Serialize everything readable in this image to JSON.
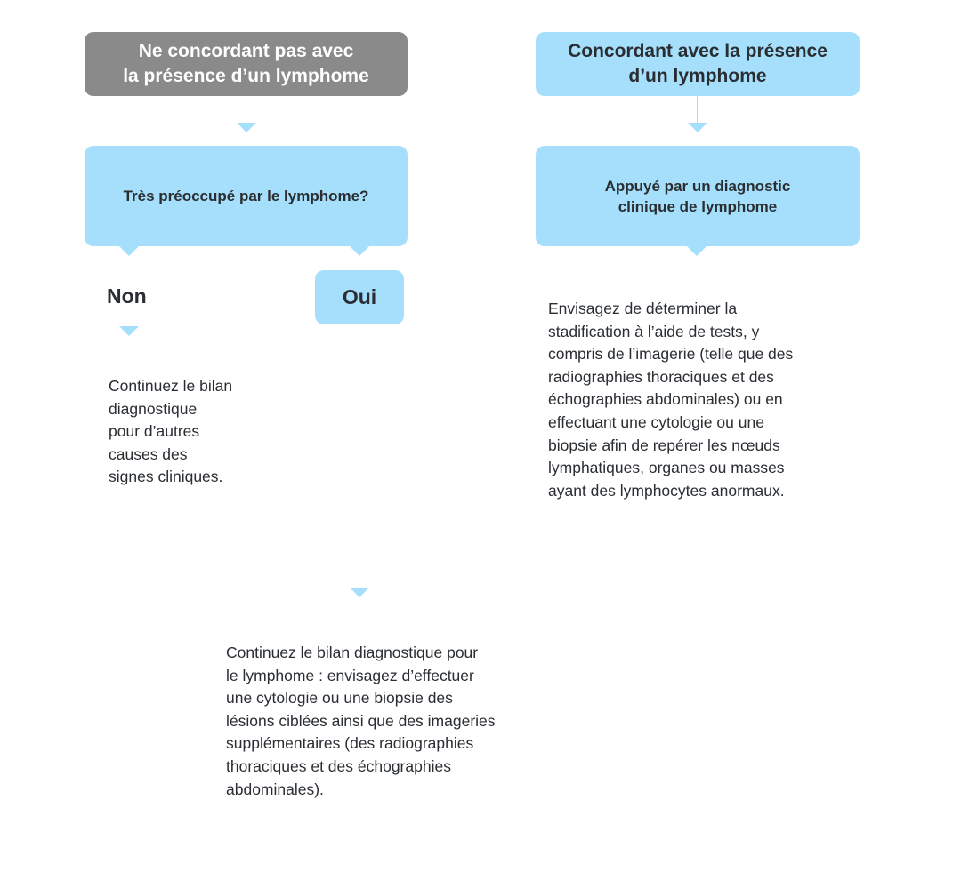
{
  "left": {
    "header": "Ne concordant pas avec\nla présence d’un lymphome",
    "question": "Très préoccupé par le lymphome?",
    "no_label": "Non",
    "yes_label": "Oui",
    "no_text": "Continuez le bilan\ndiagnostique\npour d’autres\ncauses des\nsignes cliniques.",
    "yes_text": "Continuez le bilan diagnostique pour\nle lymphome : envisagez d’effectuer\nune cytologie ou une biopsie des\nlésions ciblées ainsi que des imageries\nsupplémentaires (des radiographies\nthoraciques et des échographies\nabdominales)."
  },
  "right": {
    "header": "Concordant avec la présence\nd’un lymphome",
    "question": "Appuyé par un diagnostic\nclinique de lymphome",
    "text": "Envisagez de déterminer la\nstadification à l’aide de tests, y\ncompris de l’imagerie (telle que des\nradiographies thoraciques et des\néchographies abdominales) ou en\neffectuant une cytologie ou une\nbiopsie afin de repérer les nœuds\nlymphatiques, organes ou masses\nayant des lymphocytes anormaux."
  },
  "colors": {
    "gray_box": "#8a8a8a",
    "blue_box": "#a6dffb",
    "text": "#2a2e33"
  }
}
